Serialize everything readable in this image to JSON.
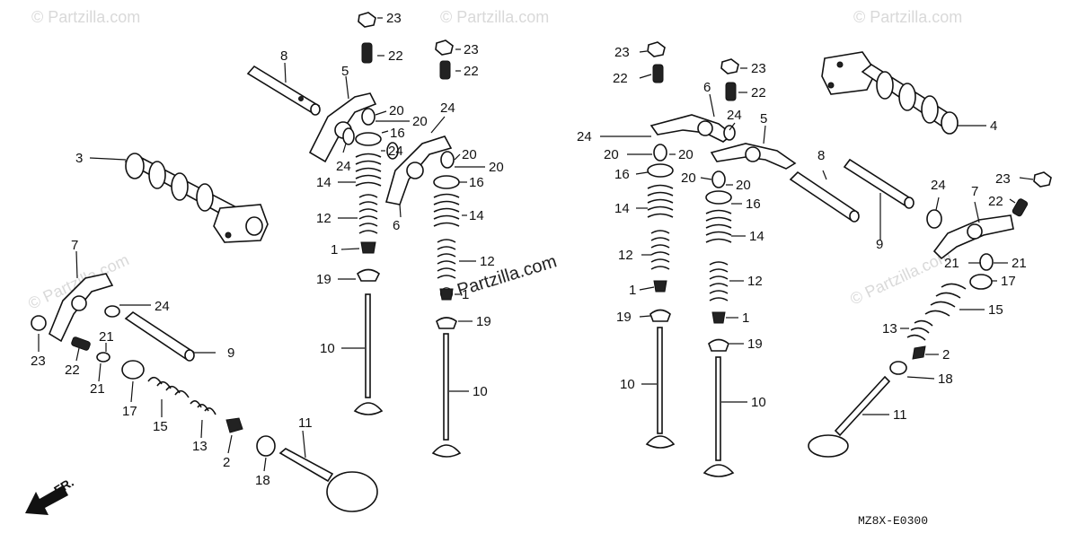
{
  "diagram_code": "MZ8X-E0300",
  "front_label": "FR.",
  "watermark_center": "© Partzilla.com",
  "watermark_faint": "© Partzilla.com",
  "callouts": {
    "n1": "1",
    "n2": "2",
    "n3": "3",
    "n4": "4",
    "n5": "5",
    "n6": "6",
    "n7": "7",
    "n8": "8",
    "n9": "9",
    "n10": "10",
    "n11": "11",
    "n12": "12",
    "n13": "13",
    "n14": "14",
    "n15": "15",
    "n16": "16",
    "n17": "17",
    "n18": "18",
    "n19": "19",
    "n20": "20",
    "n21": "21",
    "n22": "22",
    "n23": "23",
    "n24": "24"
  }
}
